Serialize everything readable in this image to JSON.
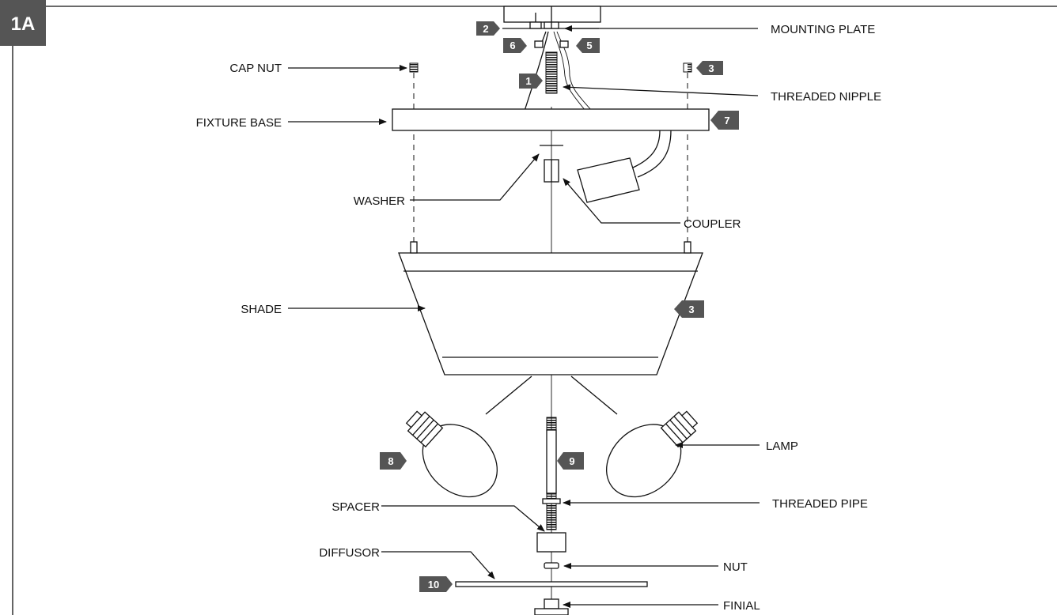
{
  "figure": {
    "id": "1A"
  },
  "labels": {
    "mounting_plate": "MOUNTING PLATE",
    "cap_nut": "CAP NUT",
    "threaded_nipple": "THREADED NIPPLE",
    "fixture_base": "FIXTURE BASE",
    "washer": "WASHER",
    "coupler": "COUPLER",
    "shade": "SHADE",
    "lamp": "LAMP",
    "threaded_pipe": "THREADED PIPE",
    "spacer": "SPACER",
    "diffusor": "DIFFUSOR",
    "nut": "NUT",
    "finial": "FINIAL"
  },
  "steps": {
    "s1": "1",
    "s2": "2",
    "s3a": "3",
    "s3b": "3",
    "s5": "5",
    "s6": "6",
    "s7": "7",
    "s8": "8",
    "s9": "9",
    "s10": "10"
  },
  "colors": {
    "line": "#111111",
    "tag": "#555555",
    "background": "#ffffff"
  }
}
